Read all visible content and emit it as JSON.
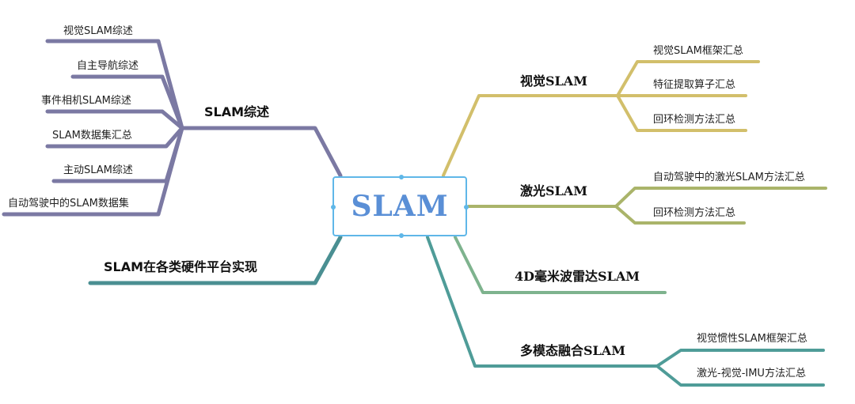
{
  "center": {
    "title": "SLAM"
  },
  "colors": {
    "survey": "#7b79a3",
    "visual": "#d2bf6b",
    "lidar": "#aab46a",
    "radar": "#7eb38e",
    "fusion": "#4f9c98",
    "hardware": "#4a8f92",
    "center_border": "#5fb7e8",
    "center_text": "#5a8fd6"
  },
  "branches": {
    "survey": {
      "label": "SLAM综述",
      "leaves": [
        "视觉SLAM综述",
        "自主导航综述",
        "事件相机SLAM综述",
        "SLAM数据集汇总",
        "主动SLAM综述",
        "自动驾驶中的SLAM数据集"
      ]
    },
    "hardware": {
      "label": "SLAM在各类硬件平台实现"
    },
    "visual": {
      "label": "视觉SLAM",
      "leaves": [
        "视觉SLAM框架汇总",
        "特征提取算子汇总",
        "回环检测方法汇总"
      ]
    },
    "lidar": {
      "label": "激光SLAM",
      "leaves": [
        "自动驾驶中的激光SLAM方法汇总",
        "回环检测方法汇总"
      ]
    },
    "radar": {
      "label": "4D毫米波雷达SLAM"
    },
    "fusion": {
      "label": "多模态融合SLAM",
      "leaves": [
        "视觉惯性SLAM框架汇总",
        "激光-视觉-IMU方法汇总"
      ]
    }
  }
}
